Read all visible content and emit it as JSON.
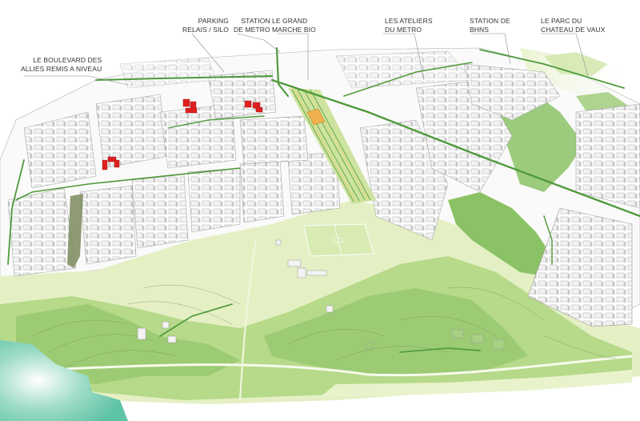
{
  "diagram": {
    "type": "urban-masterplan-aerial-illustration",
    "colors": {
      "background": "#ffffff",
      "park_light": "#e4f0c4",
      "park_mid": "#b7d98a",
      "park_dark": "#8cc266",
      "park_deep": "#6fae4f",
      "water": "#79cdb5",
      "building": "#f2f2f2",
      "building_shadow": "#c9c9c9",
      "highlight_building": "#e02020",
      "market_hall": "#f0b050",
      "tree_line": "#4f9a3c",
      "road_outline": "#8a8a8a",
      "label_text": "#333333",
      "leader_line": "#8a8a8a"
    },
    "callouts": [
      {
        "id": "boulevard",
        "lines": [
          "LE BOULEVARD DES",
          "ALLIES REMIS A NIVEAU"
        ],
        "align": "right"
      },
      {
        "id": "parking",
        "lines": [
          "PARKING",
          "RELAIS / SILO"
        ],
        "align": "right"
      },
      {
        "id": "metro_station",
        "lines": [
          "STATION",
          "DE METRO"
        ],
        "align": "right"
      },
      {
        "id": "market",
        "lines": [
          "LE GRAND",
          "MARCHE BIO"
        ],
        "align": "left"
      },
      {
        "id": "ateliers",
        "lines": [
          "LES ATELIERS",
          "DU METRO"
        ],
        "align": "left"
      },
      {
        "id": "bhns",
        "lines": [
          "STATION DE",
          "BHNS"
        ],
        "align": "left"
      },
      {
        "id": "parc",
        "lines": [
          "LE PARC DU",
          "CHATEAU DE VAUX"
        ],
        "align": "left"
      }
    ],
    "features": {
      "football_pitch": "sports-field",
      "rail_corridor": "metro-line",
      "highlighted_buildings": 3
    }
  }
}
